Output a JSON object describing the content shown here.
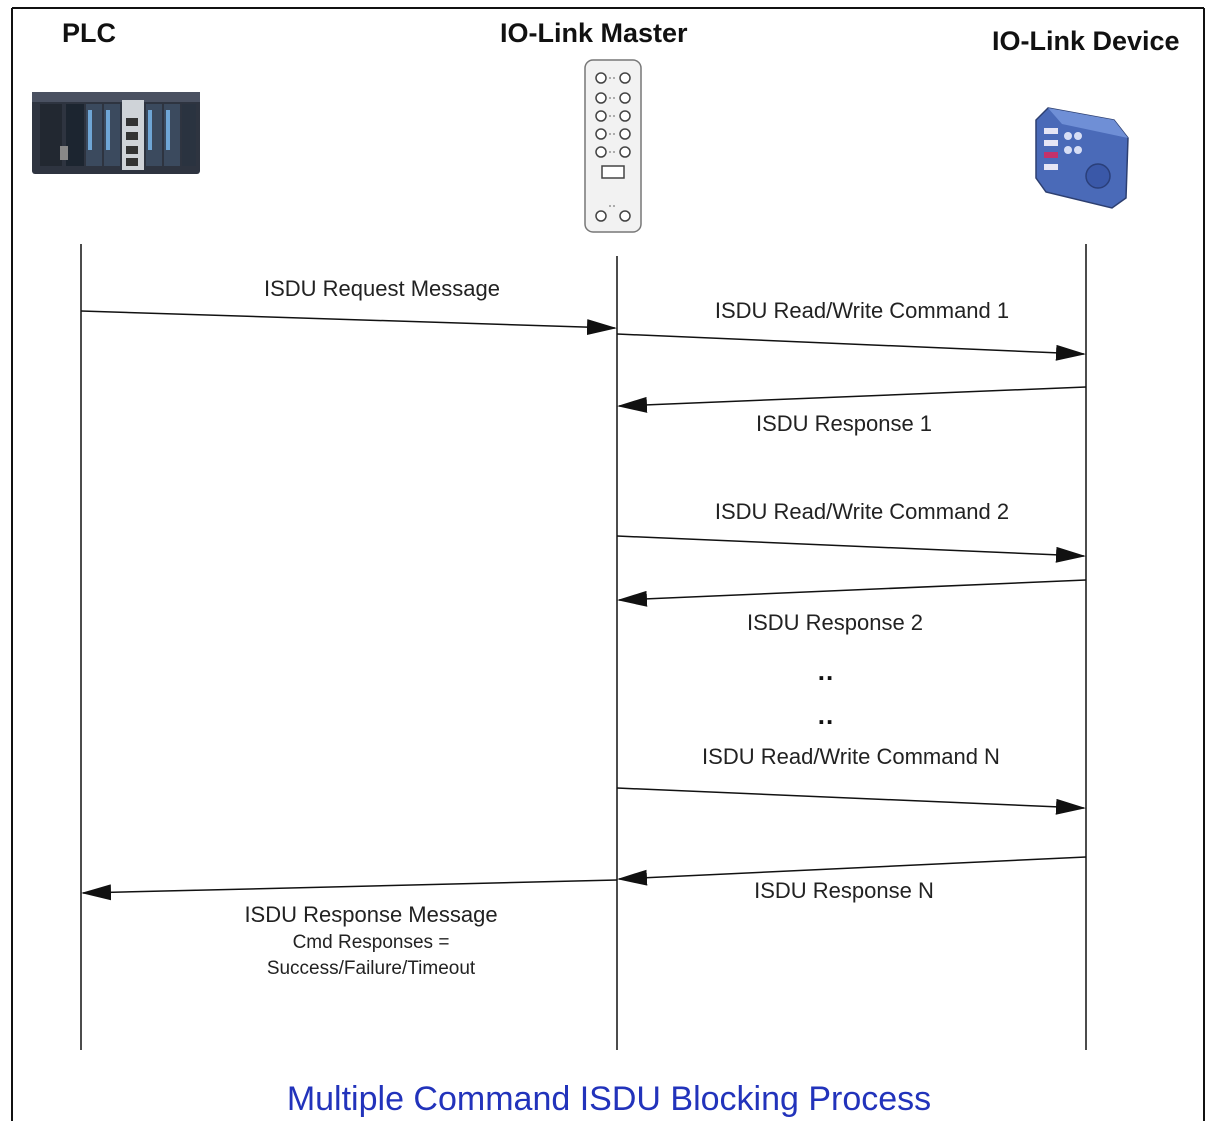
{
  "actors": {
    "plc": "PLC",
    "master": "IO-Link Master",
    "device": "IO-Link Device"
  },
  "messages": {
    "request": "ISDU Request Message",
    "cmd1": "ISDU Read/Write Command 1",
    "resp1": "ISDU Response 1",
    "cmd2": "ISDU Read/Write Command 2",
    "resp2": "ISDU Response 2",
    "ellipsis1": "..",
    "ellipsis2": "..",
    "cmdN": "ISDU Read/Write Command N",
    "respN": "ISDU Response N",
    "response_message": "ISDU Response Message",
    "response_detail_1": "Cmd Responses =",
    "response_detail_2": "Success/Failure/Timeout"
  },
  "caption": "Multiple Command ISDU Blocking Process",
  "colors": {
    "caption": "#2233bb",
    "lines": "#111111"
  }
}
